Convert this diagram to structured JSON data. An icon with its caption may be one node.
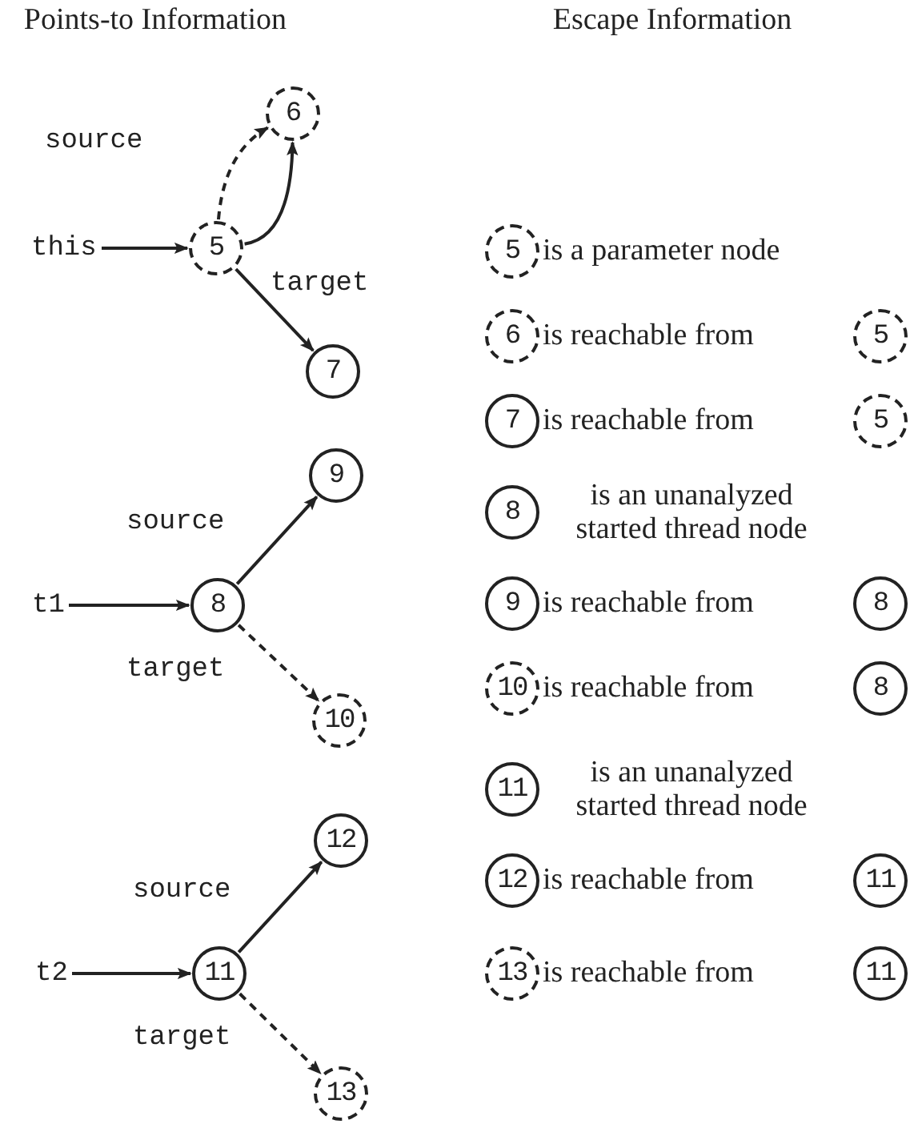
{
  "diagram": {
    "nodes": [
      {
        "text": [
          "6"
        ]
      },
      {
        "text": [
          "this"
        ]
      },
      {
        "text": [
          "5"
        ]
      },
      {
        "text": [
          "7"
        ]
      },
      {
        "text": [
          "9"
        ]
      },
      {
        "text": [
          "t1"
        ]
      },
      {
        "text": [
          "8"
        ]
      },
      {
        "text": [
          "10"
        ]
      },
      {
        "text": [
          "12"
        ]
      },
      {
        "text": [
          "t2"
        ]
      },
      {
        "text": [
          "11"
        ]
      },
      {
        "text": [
          "13"
        ]
      },
      {
        "text": [
          "5"
        ]
      },
      {
        "text": [
          "6"
        ]
      },
      {
        "text": [
          "5"
        ]
      },
      {
        "text": [
          "7"
        ]
      },
      {
        "text": [
          "5"
        ]
      },
      {
        "text": [
          "8"
        ]
      },
      {
        "text": [
          "9"
        ]
      },
      {
        "text": [
          "8"
        ]
      },
      {
        "text": [
          "10"
        ]
      },
      {
        "text": [
          "8"
        ]
      },
      {
        "text": [
          "11"
        ]
      },
      {
        "text": [
          "12"
        ]
      },
      {
        "text": [
          "11"
        ]
      },
      {
        "text": [
          "13"
        ]
      },
      {
        "text": [
          "11"
        ]
      }
    ],
    "edges": [
      {
        "from": 1,
        "to": 2,
        "arrow": "to"
      },
      {
        "from": 2,
        "to": 0,
        "arrow": "to",
        "label": "source",
        "style": "dashed"
      },
      {
        "from": 2,
        "to": 0,
        "arrow": "to"
      },
      {
        "from": 2,
        "to": 3,
        "arrow": "to",
        "label": "target"
      },
      {
        "from": 5,
        "to": 6,
        "arrow": "to"
      },
      {
        "from": 6,
        "to": 4,
        "arrow": "to",
        "label": "source"
      },
      {
        "from": 6,
        "to": 7,
        "arrow": "to",
        "label": "target",
        "style": "dashed"
      },
      {
        "from": 9,
        "to": 10,
        "arrow": "to"
      },
      {
        "from": 10,
        "to": 8,
        "arrow": "to",
        "label": "source"
      },
      {
        "from": 10,
        "to": 11,
        "arrow": "to",
        "label": "target",
        "style": "dashed"
      }
    ],
    "labels": [
      "Points-to Information",
      "Escape Information",
      "is a parameter node",
      "is reachable from",
      "is reachable from",
      "is an unanalyzed started thread node",
      "is reachable from",
      "is reachable from",
      "is an unanalyzed started thread node",
      "is reachable from",
      "is reachable from"
    ]
  }
}
